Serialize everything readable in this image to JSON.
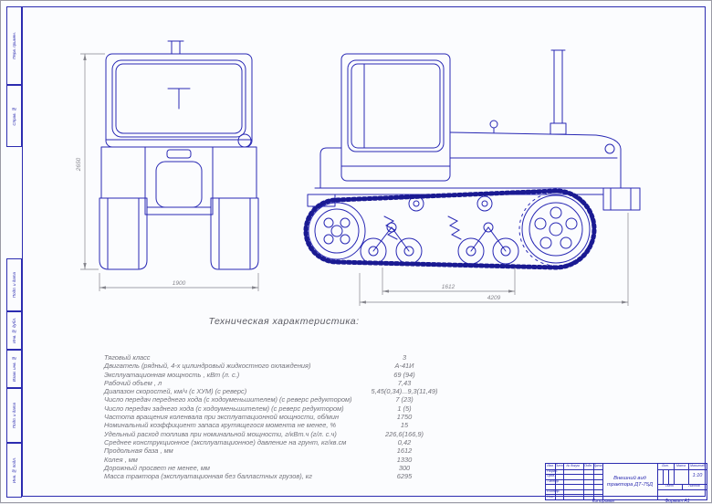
{
  "sheet": {
    "copied": "Копировал",
    "format": "Формат А1",
    "margin_labels": {
      "perv": "Перв. примен.",
      "sprav": "Справ. №",
      "podp1": "Подп. и дата",
      "inv_dubl": "Инв. № дубл.",
      "vzam": "Взам. инв. №",
      "podp2": "Подп. и дата",
      "inv_podl": "Инв. № подл."
    }
  },
  "drawing": {
    "front_view": {
      "height": "2650",
      "width": "1900"
    },
    "side_view": {
      "base": "1612",
      "length": "4209"
    }
  },
  "specs": {
    "title": "Техническая характеристика:",
    "rows": [
      {
        "label": "Тяговый класс",
        "value": "3"
      },
      {
        "label": "Двигатель (рядный, 4-х цилиндровый жидкостного охлаждения)",
        "value": "А-41И"
      },
      {
        "label": "Эксплуатационная мощность , кВт (л. с.)",
        "value": "69 (94)"
      },
      {
        "label": "Рабочий объем , л",
        "value": "7,43"
      },
      {
        "label": "Диапазон скоростей, км/ч (с ХУМ) (с реверс)",
        "value": "5,45(0,34)...9,3(11,49)"
      },
      {
        "label": "Число передач переднего хода (с ходоуменьшителем) (с реверс редуктором)",
        "value": "7 (23)"
      },
      {
        "label": "Число передач заднего хода (с ходоуменьшителем) (с реверс редуктором)",
        "value": "1 (5)"
      },
      {
        "label": "Частота вращения коленвала при эксплуатационной мощности, об/мин",
        "value": "1750"
      },
      {
        "label": "Номинальный коэффициент запаса крутящегося момента не менее, %",
        "value": "15"
      },
      {
        "label": "Удельный расход топлива при номинальной мощности, г/кВт.ч (г/л. с.ч)",
        "value": "226,6(166,9)"
      },
      {
        "label": "Среднее конструкционное (эксплуатационное) давление на грунт, кг/кв.см",
        "value": "0,42"
      },
      {
        "label": "Продольная база , мм",
        "value": "1612"
      },
      {
        "label": "Колея , мм",
        "value": "1330"
      },
      {
        "label": "Дорожный просвет  не менее, мм",
        "value": "300"
      },
      {
        "label": "Масса трактора (эксплуатационная без балластных грузов), кг",
        "value": "6295"
      }
    ]
  },
  "title_block": {
    "title_line1": "Внешний вид",
    "title_line2": "трактора ДТ-75Д",
    "scale": "1:10",
    "col_izm": "Изм.",
    "col_list": "Лист",
    "col_doc": "№ докум.",
    "col_podp": "Подп.",
    "col_data": "Дата",
    "row_razrab": "Разраб.",
    "row_prov": "Пров.",
    "row_tkontr": "Т.контр.",
    "row_nkontr": "Н.контр.",
    "row_utv": "Утв.",
    "lit": "Лит.",
    "massa": "Масса",
    "masshtab": "Масштаб",
    "list": "Лист",
    "listov": "Листов"
  }
}
